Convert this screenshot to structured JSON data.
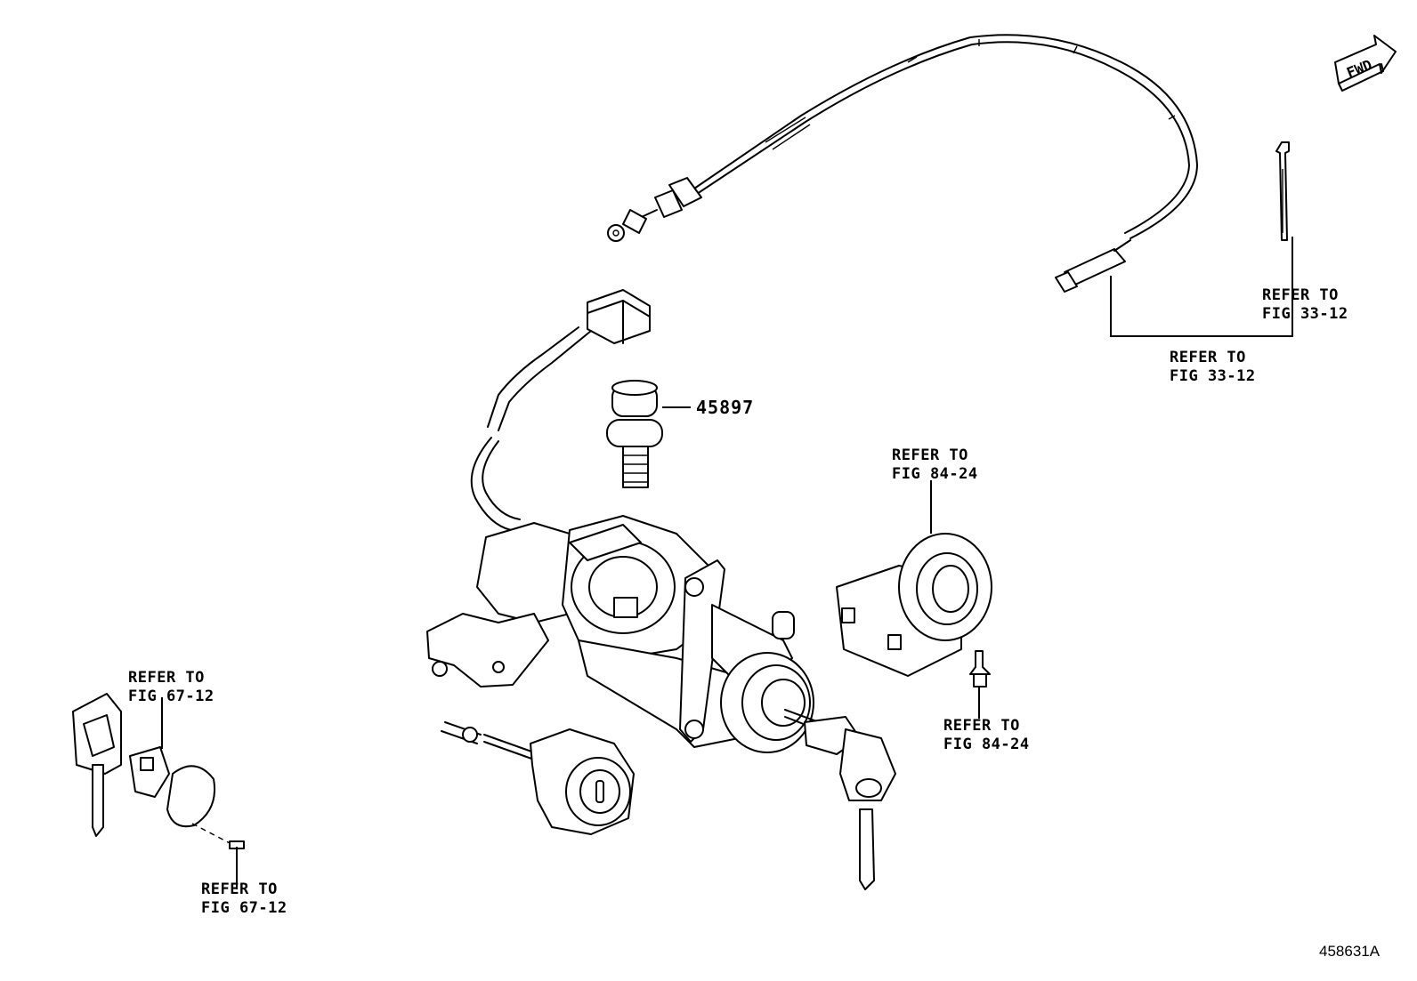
{
  "figure_id": "458631A",
  "fwd_label": "FWD",
  "part_number": "45897",
  "refs": [
    {
      "line1": "REFER TO",
      "line2": "FIG 33-12"
    },
    {
      "line1": "REFER TO",
      "line2": "FIG 33-12"
    },
    {
      "line1": "REFER TO",
      "line2": "FIG 84-24"
    },
    {
      "line1": "REFER TO",
      "line2": "FIG 84-24"
    },
    {
      "line1": "REFER TO",
      "line2": "FIG 67-12"
    },
    {
      "line1": "REFER TO",
      "line2": "FIG 67-12"
    }
  ]
}
